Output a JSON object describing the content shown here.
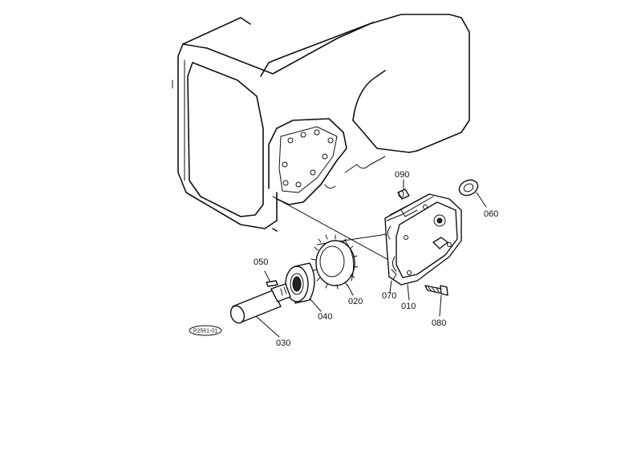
{
  "parts": [
    {
      "id": "010",
      "label": "010"
    },
    {
      "id": "020",
      "label": "020"
    },
    {
      "id": "030",
      "label": "030"
    },
    {
      "id": "040",
      "label": "040"
    },
    {
      "id": "050",
      "label": "050"
    },
    {
      "id": "060",
      "label": "060"
    },
    {
      "id": "070",
      "label": "070"
    },
    {
      "id": "080",
      "label": "080"
    },
    {
      "id": "090",
      "label": "090"
    }
  ],
  "reference_code": "P2561-01"
}
